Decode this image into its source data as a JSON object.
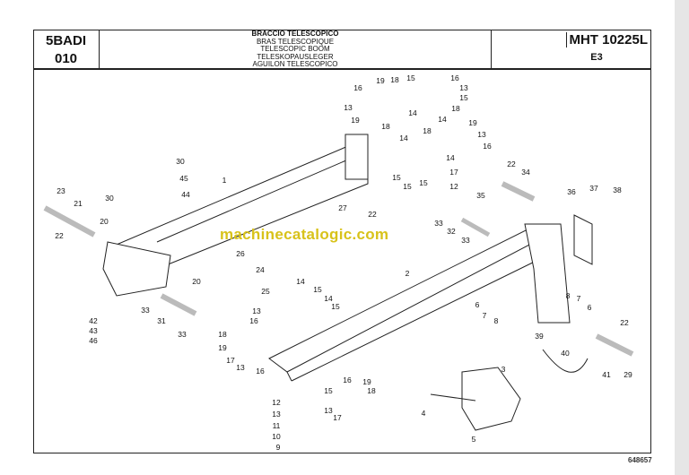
{
  "header": {
    "section_code": "5BADI",
    "section_number": "010",
    "titles": [
      "BRACCIO TELESCOPICO",
      "BRAS TELESCOPIQUE",
      "TELESCOPIC BOOM",
      "TELESKOPAUSLEGER",
      "AGUILON TELESCOPICO"
    ],
    "model": "MHT 10225L",
    "edition": "E3"
  },
  "watermark": "machinecatalogic.com",
  "document_number": "648657",
  "callouts": [
    "23",
    "21",
    "22",
    "30",
    "45",
    "44",
    "30",
    "20",
    "1",
    "27",
    "22",
    "19",
    "18",
    "16",
    "13",
    "19",
    "18",
    "15",
    "16",
    "13",
    "15",
    "14",
    "14",
    "18",
    "19",
    "18",
    "13",
    "16",
    "14",
    "14",
    "15",
    "15",
    "15",
    "17",
    "12",
    "22",
    "34",
    "35",
    "36",
    "37",
    "38",
    "33",
    "32",
    "33",
    "2",
    "26",
    "24",
    "25",
    "20",
    "33",
    "31",
    "33",
    "42",
    "43",
    "46",
    "14",
    "15",
    "14",
    "15",
    "13",
    "16",
    "18",
    "19",
    "17",
    "13",
    "16",
    "6",
    "7",
    "8",
    "8",
    "7",
    "6",
    "39",
    "40",
    "22",
    "41",
    "29",
    "3",
    "4",
    "5",
    "16",
    "19",
    "18",
    "15",
    "13",
    "17",
    "12",
    "13",
    "11",
    "10",
    "9"
  ]
}
